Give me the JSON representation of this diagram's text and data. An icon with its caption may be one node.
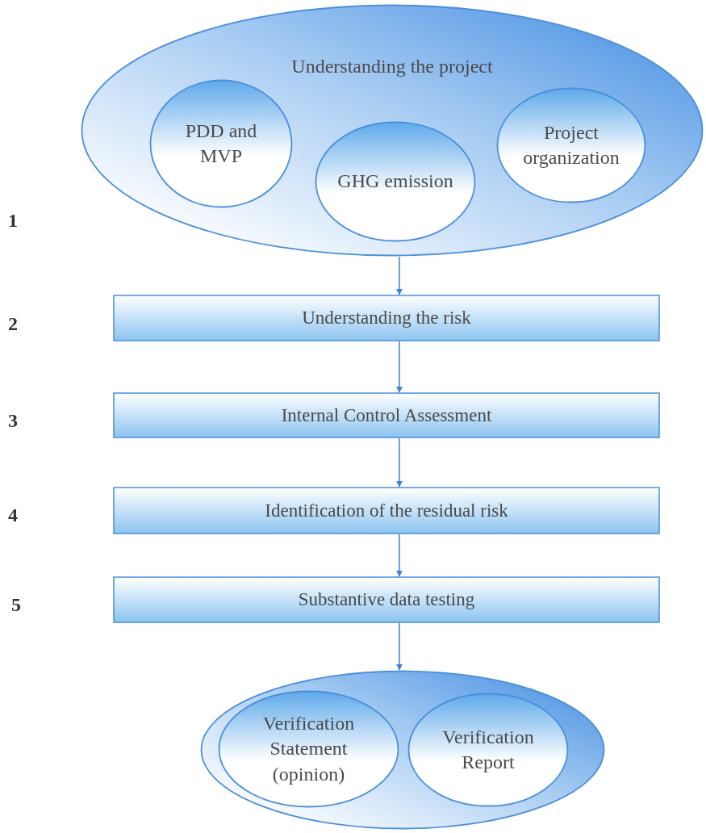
{
  "diagram": {
    "nodes": [
      {
        "text": [
          "Understanding the project"
        ]
      },
      {
        "text": [
          "PDD and MVP"
        ],
        "in": 0
      },
      {
        "text": [
          "GHG emission"
        ],
        "in": 0
      },
      {
        "text": [
          "Project organization"
        ],
        "in": 0
      },
      {
        "text": [
          "Understanding the risk"
        ]
      },
      {
        "text": [
          "Internal Control Assessment"
        ]
      },
      {
        "text": [
          "Identification of the residual risk"
        ]
      },
      {
        "text": [
          "Substantive data testing"
        ]
      },
      {
        "text": [],
        "shape": "ellipse"
      },
      {
        "text": [
          "Verification Statement (opinion)"
        ],
        "in": 8
      },
      {
        "text": [
          "Verification Report"
        ],
        "in": 8
      }
    ],
    "edges": [
      {
        "from": 0,
        "to": 4,
        "arrow": "to"
      },
      {
        "from": 4,
        "to": 5,
        "arrow": "to"
      },
      {
        "from": 5,
        "to": 6,
        "arrow": "to"
      },
      {
        "from": 6,
        "to": 7,
        "arrow": "to"
      },
      {
        "from": 7,
        "to": 8,
        "arrow": "to"
      }
    ],
    "labels": [
      "1",
      "2",
      "3",
      "4",
      "5"
    ]
  }
}
